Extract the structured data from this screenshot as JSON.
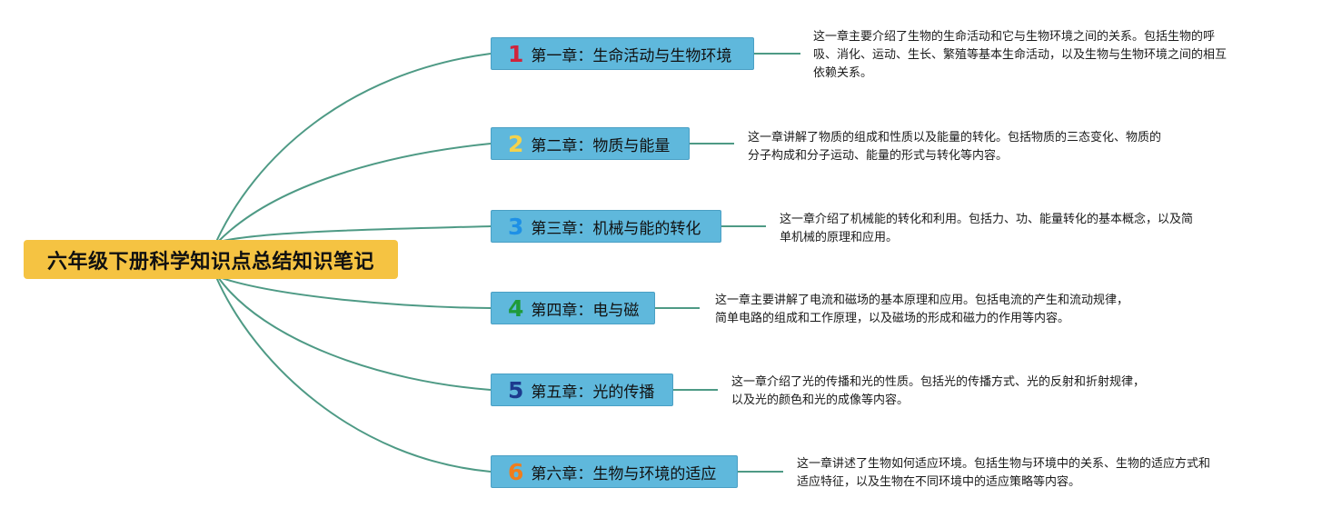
{
  "root": {
    "title": "六年级下册科学知识点总结知识笔记",
    "color": "#f5c342"
  },
  "chapter_color": "#5fb8dc",
  "line_color": "#4e9a85",
  "chapters": [
    {
      "number": "1",
      "number_color": "#d0243b",
      "title": "第一章：生命活动与生物环境",
      "desc": [
        "这一章主要介绍了生物的生命活动和它与生物环境之间的关系。包括生物的呼",
        "吸、消化、运动、生长、繁殖等基本生命活动，以及生物与生物环境之间的相互",
        "依赖关系。"
      ]
    },
    {
      "number": "2",
      "number_color": "#f3d24c",
      "title": "第二章：物质与能量",
      "desc": [
        "这一章讲解了物质的组成和性质以及能量的转化。包括物质的三态变化、物质的",
        "分子构成和分子运动、能量的形式与转化等内容。"
      ]
    },
    {
      "number": "3",
      "number_color": "#1e90e6",
      "title": "第三章：机械与能的转化",
      "desc": [
        "这一章介绍了机械能的转化和利用。包括力、功、能量转化的基本概念，以及简",
        "单机械的原理和应用。"
      ]
    },
    {
      "number": "4",
      "number_color": "#1f9a3a",
      "title": "第四章：电与磁",
      "desc": [
        "这一章主要讲解了电流和磁场的基本原理和应用。包括电流的产生和流动规律，",
        "简单电路的组成和工作原理，以及磁场的形成和磁力的作用等内容。"
      ]
    },
    {
      "number": "5",
      "number_color": "#1c3a8e",
      "title": "第五章：光的传播",
      "desc": [
        "这一章介绍了光的传播和光的性质。包括光的传播方式、光的反射和折射规律，",
        "以及光的颜色和光的成像等内容。"
      ]
    },
    {
      "number": "6",
      "number_color": "#f07d1c",
      "title": "第六章：生物与环境的适应",
      "desc": [
        "这一章讲述了生物如何适应环境。包括生物与环境中的关系、生物的适应方式和",
        "适应特征，以及生物在不同环境中的适应策略等内容。"
      ]
    }
  ]
}
